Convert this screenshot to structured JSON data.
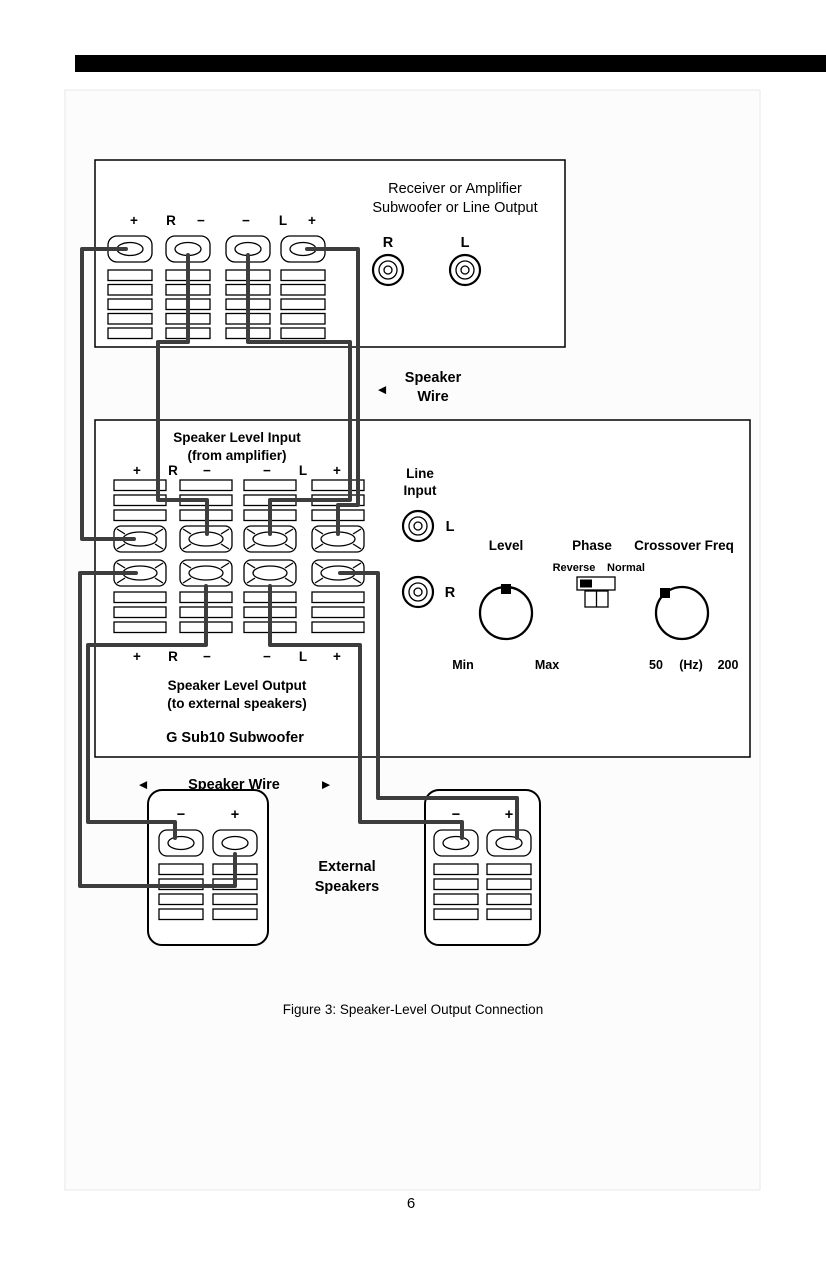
{
  "page": {
    "caption": "Figure 3: Speaker-Level Output Connection",
    "number": "6"
  },
  "colors": {
    "line": "#000000",
    "wire": "#3d3d3d",
    "header_bar": "#000000"
  },
  "receiver": {
    "title_line1": "Receiver or Amplifier",
    "title_line2": "Subwoofer or Line Output",
    "terminal_labels": [
      "+",
      "R",
      "−",
      "−",
      "L",
      "+"
    ],
    "rca_r_label": "R",
    "rca_l_label": "L"
  },
  "speaker_wire_top": {
    "arrow": "◄",
    "line1": "Speaker",
    "line2": "Wire"
  },
  "subwoofer": {
    "input_title_line1": "Speaker Level Input",
    "input_title_line2": "(from amplifier)",
    "input_terminal_labels": [
      "+",
      "R",
      "−",
      "−",
      "L",
      "+"
    ],
    "output_terminal_labels": [
      "+",
      "R",
      "−",
      "−",
      "L",
      "+"
    ],
    "output_title_line1": "Speaker Level Output",
    "output_title_line2": "(to external speakers)",
    "model": "G Sub10 Subwoofer",
    "line_input": {
      "line1": "Line",
      "line2": "Input",
      "l": "L",
      "r": "R"
    },
    "level": {
      "label": "Level",
      "min": "Min",
      "max": "Max"
    },
    "phase": {
      "label": "Phase",
      "left": "Reverse",
      "right": "Normal"
    },
    "crossover": {
      "label": "Crossover Freq",
      "min": "50",
      "unit": "(Hz)",
      "max": "200"
    }
  },
  "speaker_wire_bottom": {
    "arrow_left": "◄",
    "label": "Speaker Wire",
    "arrow_right": "►"
  },
  "external_speakers": {
    "line1": "External",
    "line2": "Speakers",
    "left": {
      "minus": "−",
      "plus": "+"
    },
    "right": {
      "minus": "−",
      "plus": "+"
    }
  }
}
